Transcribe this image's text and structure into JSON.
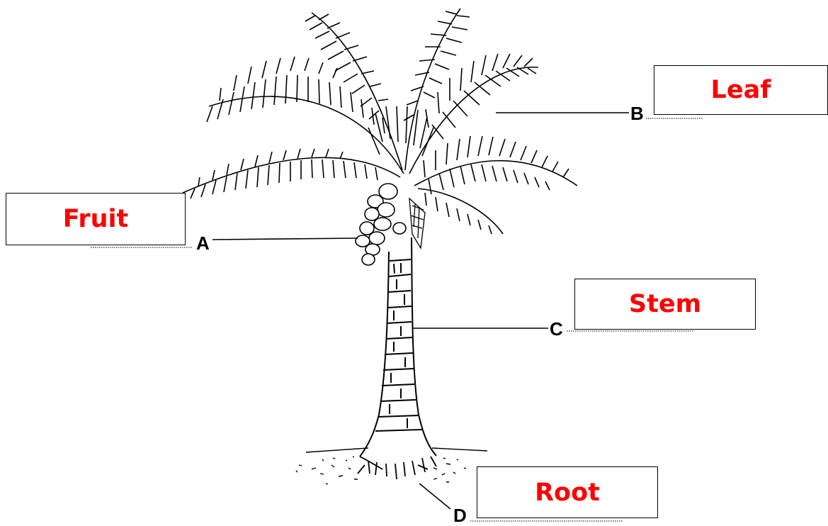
{
  "labels": [
    {
      "letter": "A",
      "answer": "Fruit"
    },
    {
      "letter": "B",
      "answer": "Leaf"
    },
    {
      "letter": "C",
      "answer": "Stem"
    },
    {
      "letter": "D",
      "answer": "Root"
    }
  ],
  "colors": {
    "answer_text": "#ff0000",
    "line_art": "#000000"
  }
}
